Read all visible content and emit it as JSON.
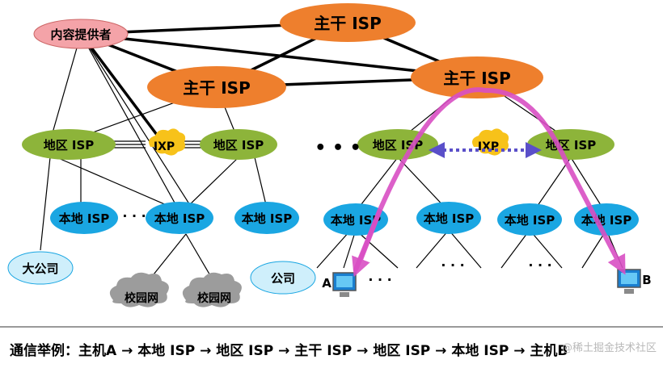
{
  "nodes": {
    "backbone_isp": "主干 ISP",
    "regional_isp": "地区 ISP",
    "local_isp": "本地 ISP",
    "ixp": "IXP",
    "content_provider": "内容提供者",
    "large_company": "大公司",
    "company": "公司",
    "campus_network": "校园网",
    "host_a": "A",
    "host_b": "B",
    "ellipsis": "• • •",
    "ellipsis_small": "· · ·"
  },
  "caption": "通信举例：主机A → 本地 ISP → 地区 ISP → 主干 ISP → 地区 ISP → 本地 ISP → 主机B",
  "watermark": "@稀土掘金技术社区",
  "colors": {
    "backbone": "#ee7f2d",
    "regional": "#8db43a",
    "local": "#1aa6e2",
    "ixp": "#f7c21a",
    "content": "#f4a3a8",
    "company": "#cfeffb",
    "campus": "#9c9c9c",
    "path": "#d94fc4",
    "ixp_link": "#5a4fc9"
  }
}
